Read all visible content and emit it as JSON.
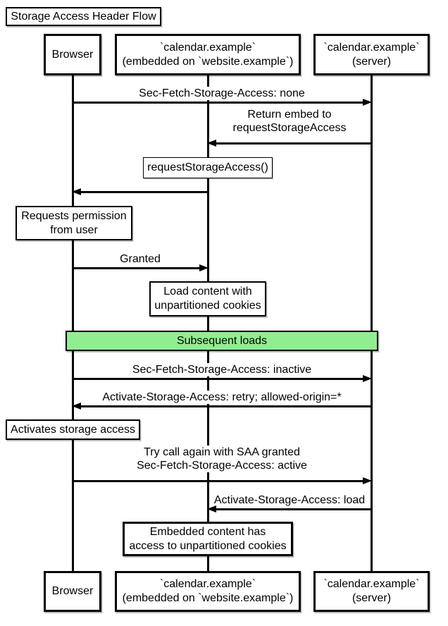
{
  "diagram_title": "Storage Access Header Flow",
  "colors": {
    "line": "#000000",
    "background": "#ffffff",
    "band_fill": "#90ee90"
  },
  "participants": [
    {
      "id": "browser",
      "label": "Browser"
    },
    {
      "id": "embed",
      "label": "`calendar.example`\n(embedded on `website.example`)"
    },
    {
      "id": "server",
      "label": "`calendar.example`\n(server)"
    }
  ],
  "messages": [
    {
      "from": "browser",
      "to": "server",
      "label": "Sec-Fetch-Storage-Access: none"
    },
    {
      "from": "server",
      "to": "embed",
      "label": "Return embed to\nrequestStorageAccess"
    },
    {
      "from": "embed",
      "to": "browser",
      "label": "requestStorageAccess()",
      "boxed": true
    },
    {
      "from": "browser",
      "to": "embed",
      "label": "Granted"
    },
    {
      "from": "browser",
      "to": "server",
      "label": "Sec-Fetch-Storage-Access: inactive"
    },
    {
      "from": "server",
      "to": "browser",
      "label": "Activate-Storage-Access: retry; allowed-origin=*"
    },
    {
      "from": "browser",
      "to": "server",
      "label": "Try call again with SAA granted\nSec-Fetch-Storage-Access: active"
    },
    {
      "from": "server",
      "to": "embed",
      "label": "Activate-Storage-Access: load"
    }
  ],
  "notes": [
    {
      "anchor": "browser",
      "text": "Requests permission\nfrom user"
    },
    {
      "anchor": "embed",
      "text": "Load content with\nunpartitioned cookies"
    },
    {
      "anchor": "browser",
      "text": "Activates storage access"
    },
    {
      "anchor": "embed",
      "text": "Embedded content has\naccess to unpartitioned cookies"
    }
  ],
  "band": {
    "label": "Subsequent loads",
    "fill": "#90ee90"
  }
}
